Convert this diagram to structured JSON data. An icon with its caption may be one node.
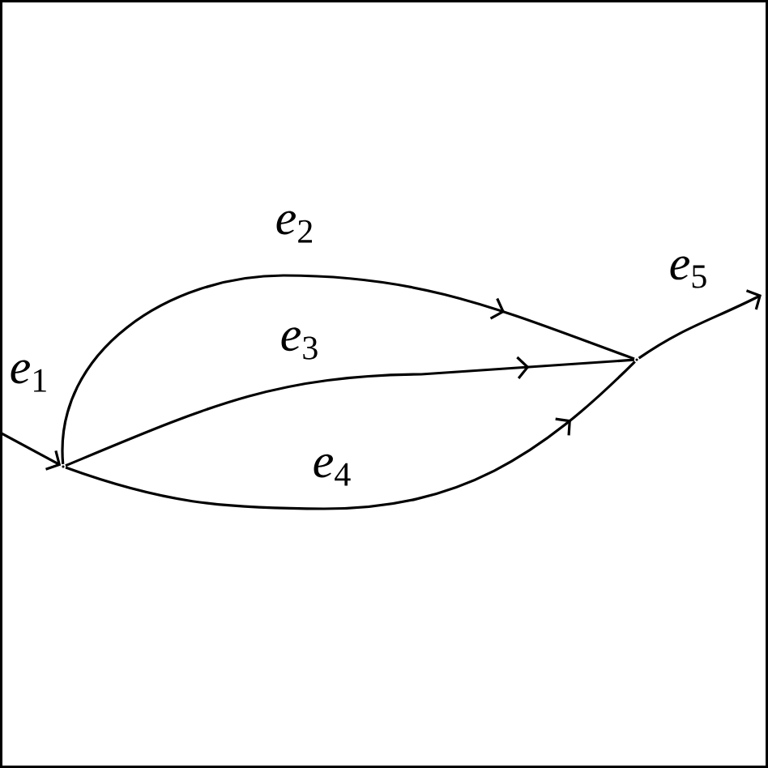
{
  "diagram": {
    "nodes": [
      {
        "text": [],
        "shape": "point"
      },
      {
        "text": [],
        "shape": "point"
      }
    ],
    "edges": [
      {
        "from": null,
        "to": 0,
        "arrow": "to",
        "label": "*e*$_{1}$"
      },
      {
        "from": 0,
        "to": 1,
        "arrow": "to",
        "label": "*e*$_{2}$"
      },
      {
        "from": 0,
        "to": 1,
        "arrow": "to",
        "label": "*e*$_{3}$"
      },
      {
        "from": 0,
        "to": 1,
        "arrow": "to",
        "label": "*e*$_{4}$"
      },
      {
        "from": 1,
        "to": null,
        "arrow": "to",
        "label": "*e*$_{5}$"
      }
    ]
  }
}
